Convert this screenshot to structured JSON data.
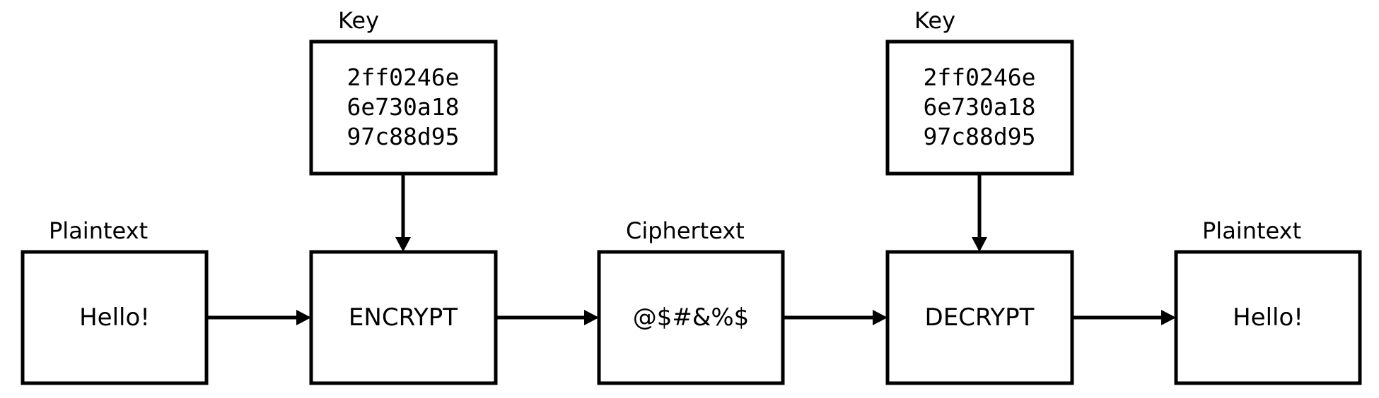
{
  "colors": {
    "stroke": "#000000",
    "background": "#ffffff",
    "text": "#000000"
  },
  "labels": {
    "plaintext_in": "Plaintext",
    "key_encrypt": "Key",
    "ciphertext": "Ciphertext",
    "key_decrypt": "Key",
    "plaintext_out": "Plaintext"
  },
  "boxes": {
    "plaintext_in": "Hello!",
    "encrypt": "ENCRYPT",
    "ciphertext": "@$#&%$",
    "decrypt": "DECRYPT",
    "plaintext_out": "Hello!"
  },
  "key_encrypt_lines": [
    "2ff0246e",
    "6e730a18",
    "97c88d95"
  ],
  "key_decrypt_lines": [
    "2ff0246e",
    "6e730a18",
    "97c88d95"
  ]
}
